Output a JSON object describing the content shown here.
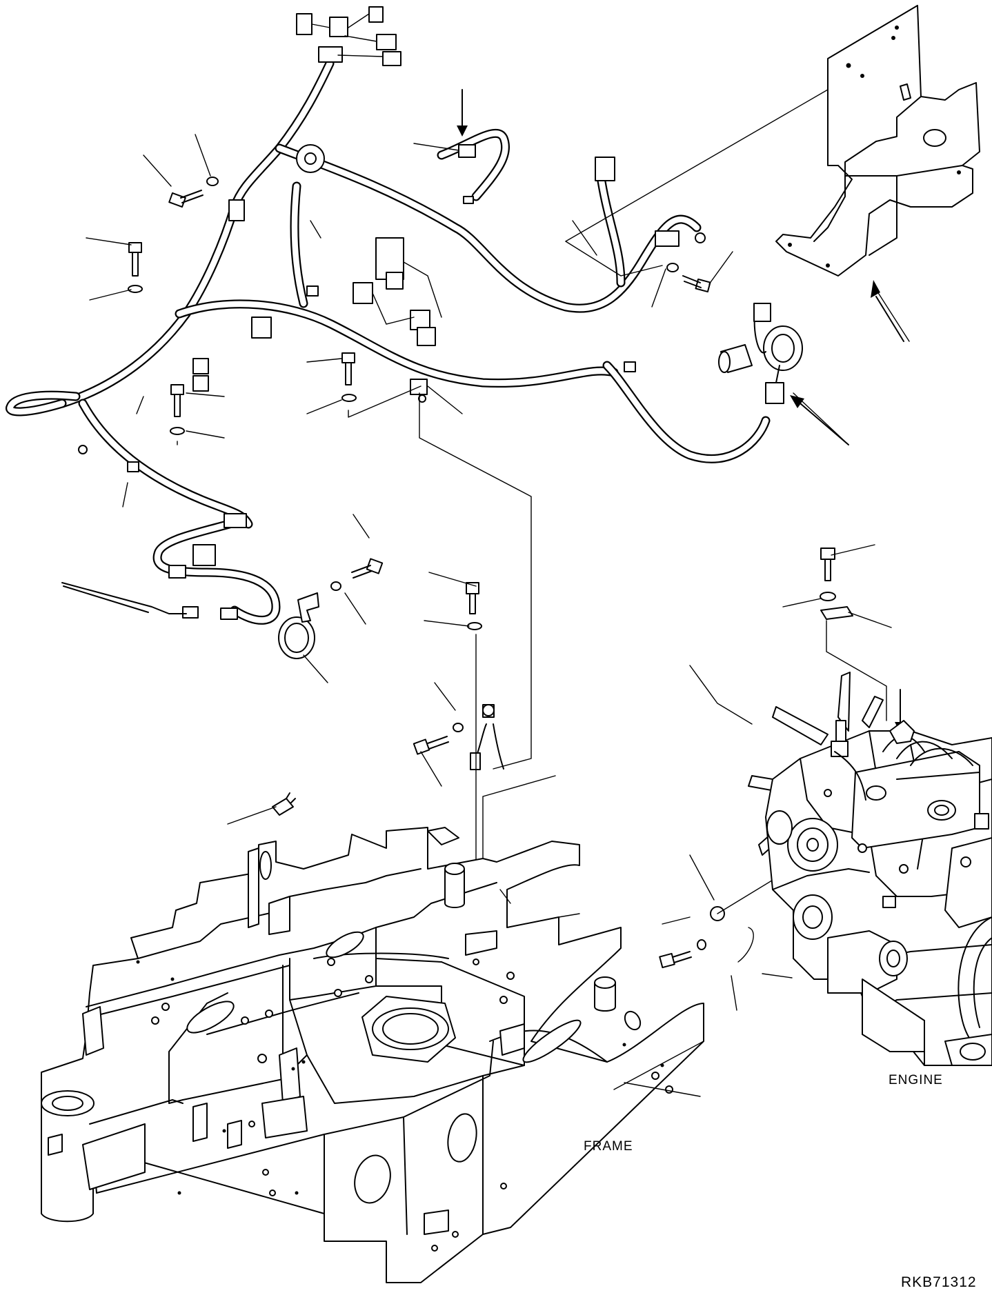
{
  "labels": {
    "engine": "ENGINE",
    "frame": "FRAME",
    "drawing_code": "RKB71312"
  }
}
